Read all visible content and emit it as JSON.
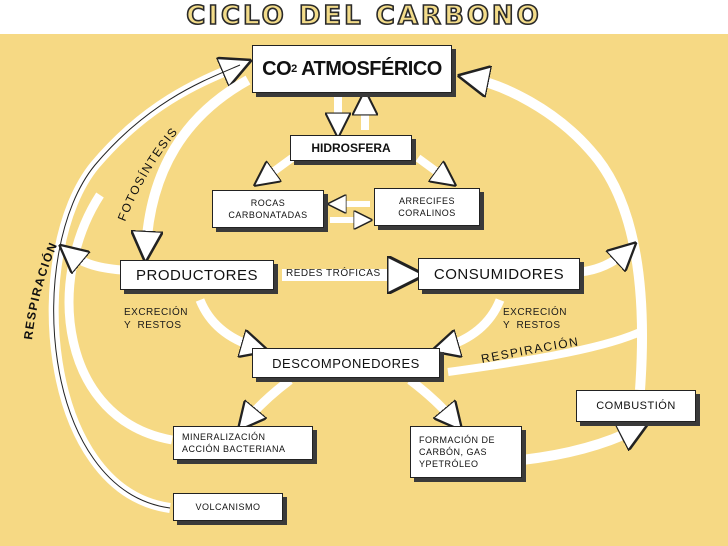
{
  "title": "CICLO DEL CARBONO",
  "boxes": {
    "co2": {
      "prefix": "CO",
      "sub": "2",
      "suffix": " ATMOSFÉRICO"
    },
    "hidrosfera": "HIDROSFERA",
    "rocas_line1": "ROCAS",
    "rocas_line2": "CARBONATADAS",
    "arrecifes_line1": "ARRECIFES",
    "arrecifes_line2": "CORALINOS",
    "productores": "PRODUCTORES",
    "consumidores": "CONSUMIDORES",
    "descomponedores": "DESCOMPONEDORES",
    "mineralizacion_line1": "MINERALIZACIÓN",
    "mineralizacion_line2": "ACCIÓN BACTERIANA",
    "formacion_line1": "FORMACIÓN DE",
    "formacion_line2": "CARBÓN, GAS",
    "formacion_line3": "YPETRÓLEO",
    "combustion": "COMBUSTIÓN",
    "volcanismo": "VOLCANISMO"
  },
  "labels": {
    "fotosintesis": "FOTOSÍNTESIS",
    "respiracion_left": "RESPIRACIÓN",
    "respiracion_right": "RESPIRACIÓN",
    "redes_troficas": "REDES TRÓFICAS",
    "excrecion_left_line1": "EXCRECIÓN",
    "excrecion_left_line2": "Y  RESTOS",
    "excrecion_right_line1": "EXCRECIÓN",
    "excrecion_right_line2": "Y  RESTOS"
  },
  "colors": {
    "background": "#f6d984",
    "arrow_fill": "#ffffff",
    "stroke": "#222222"
  }
}
